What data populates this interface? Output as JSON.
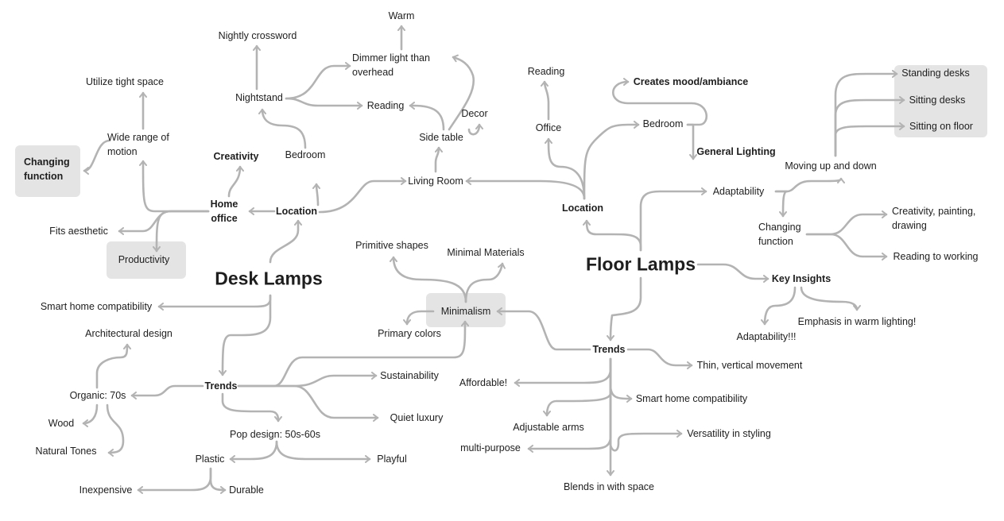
{
  "roots": {
    "desk": "Desk Lamps",
    "floor": "Floor Lamps"
  },
  "desk": {
    "location": "Location",
    "home_office": "Home office",
    "creativity": "Creativity",
    "wide_range": "Wide range of motion",
    "utilize": "Utilize tight space",
    "changing_function": "Changing function",
    "fits_aesthetic": "Fits aesthetic",
    "productivity": "Productivity",
    "bedroom": "Bedroom",
    "nightstand": "Nightstand",
    "nightly_crossword": "Nightly crossword",
    "dimmer": "Dimmer light than overhead",
    "warm": "Warm",
    "reading": "Reading",
    "living_room": "Living Room",
    "side_table": "Side table",
    "decor": "Decor",
    "smart_home": "Smart home compatibility",
    "trends": "Trends",
    "architectural": "Architectural design",
    "organic": "Organic: 70s",
    "wood": "Wood",
    "natural_tones": "Natural Tones",
    "sustainability": "Sustainability",
    "quiet_luxury": "Quiet luxury",
    "pop_design": "Pop design: 50s-60s",
    "plastic": "Plastic",
    "playful": "Playful",
    "inexpensive": "Inexpensive",
    "durable": "Durable"
  },
  "shared": {
    "minimalism": "Minimalism",
    "primitive_shapes": "Primitive shapes",
    "minimal_materials": "Minimal Materials",
    "primary_colors": "Primary colors"
  },
  "floor": {
    "location": "Location",
    "office": "Office",
    "reading": "Reading",
    "bedroom": "Bedroom",
    "creates_mood": "Creates mood/ambiance",
    "general_lighting": "General Lighting",
    "adaptability": "Adaptability",
    "moving": "Moving up and down",
    "standing_desks": "Standing desks",
    "sitting_desks": "Sitting desks",
    "sitting_floor": "Sitting on floor",
    "changing_function": "Changing function",
    "creativity_painting": "Creativity, painting, drawing",
    "reading_working": "Reading to working",
    "key_insights": "Key Insights",
    "emphasis": "Emphasis in warm lighting!",
    "adaptability2": "Adaptability!!!",
    "trends": "Trends",
    "thin_vertical": "Thin, vertical movement",
    "affordable": "Affordable!",
    "smart_home": "Smart home compatibility",
    "adjustable": "Adjustable arms",
    "versatility": "Versatility in styling",
    "multi_purpose": "multi-purpose",
    "blends": "Blends in with space"
  },
  "style": {
    "connector_color": "#b3b3b3",
    "box_color": "#e4e4e4",
    "text_color": "#1e1e1e"
  }
}
